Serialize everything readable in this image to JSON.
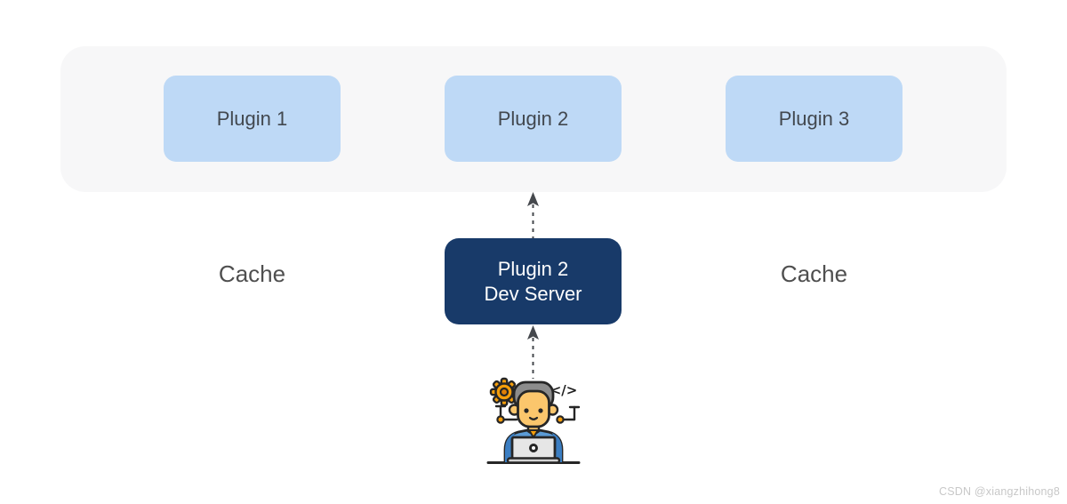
{
  "diagram": {
    "plugins": [
      {
        "label": "Plugin 1"
      },
      {
        "label": "Plugin 2"
      },
      {
        "label": "Plugin 3"
      }
    ],
    "dev_server": {
      "line1": "Plugin 2",
      "line2": "Dev Server"
    },
    "cache_left": "Cache",
    "cache_right": "Cache",
    "icons": {
      "developer": "developer-at-laptop-icon",
      "gear": "gear-icon",
      "code": "code-brackets-icon",
      "arrows": "dashed-up-arrow"
    },
    "colors": {
      "page_bg": "#ffffff",
      "container_bg": "#f7f7f8",
      "plugin_box_bg": "#bed9f6",
      "plugin_text": "#42484f",
      "dev_server_bg": "#183a69",
      "dev_server_text": "#ffffff",
      "arrow": "#45484d",
      "cache_text": "#4f4f4f",
      "icon_accent_orange": "#f59e0b",
      "icon_shirt_blue": "#5b9bd5",
      "watermark_text": "#c8c8c8"
    },
    "watermark": "CSDN @xiangzhihong8"
  }
}
